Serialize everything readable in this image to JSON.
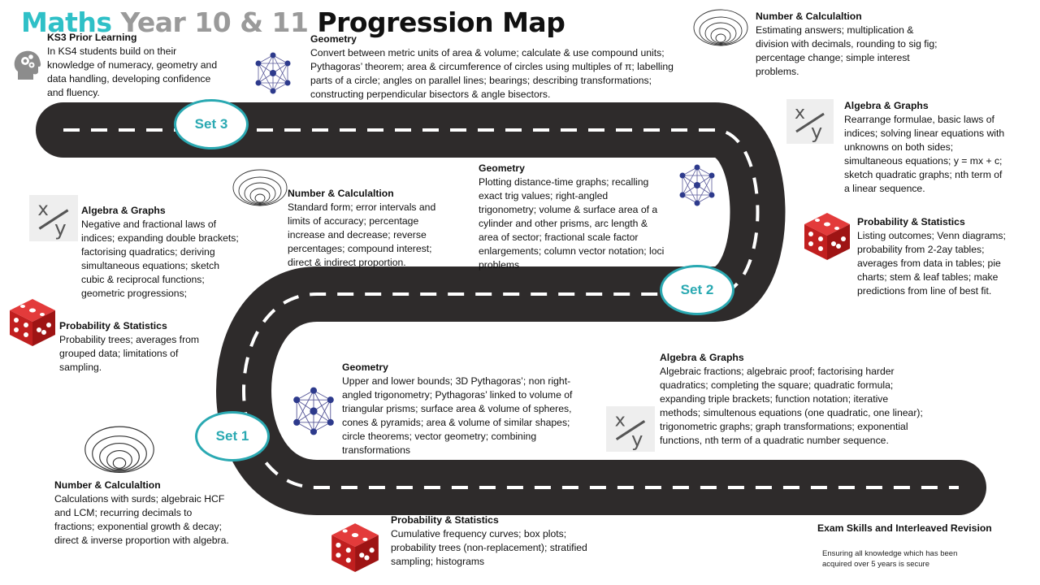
{
  "title": {
    "part1": "Maths",
    "part2": "Year 10 & 11",
    "part3": "Progression Map"
  },
  "colors": {
    "accent": "#2aa9b2",
    "road": "#2e2b2b",
    "title_grey": "#9a9a9a"
  },
  "sets": {
    "set3": "Set 3",
    "set2": "Set 2",
    "set1": "Set 1"
  },
  "ks3": {
    "heading": "KS3 Prior Learning",
    "body": "In KS4 students build on their knowledge of numeracy, geometry and data handling, developing confidence and fluency."
  },
  "set3": {
    "geometry": {
      "heading": "Geometry",
      "body": "Convert between metric units of area & volume; calculate & use compound units; Pythagoras’ theorem; area & circumference of circles using multiples of π; labelling parts of a circle; angles on parallel lines; bearings; describing transformations; constructing perpendicular bisectors & angle bisectors."
    },
    "number": {
      "heading": "Number & Calculaltion",
      "body": "Estimating answers; multiplication & division with decimals, rounding to sig fig; percentage change; simple interest problems."
    },
    "algebra": {
      "heading": "Algebra & Graphs",
      "body": "Rearrange formulae, basic laws of indices; solving linear equations with unknowns on both sides; simultaneous equations; y = mx + c; sketch quadratic graphs; nth term of a linear sequence."
    },
    "probability": {
      "heading": "Probability & Statistics",
      "body": "Listing outcomes; Venn diagrams; probability from 2-2ay tables; averages from data in tables; pie charts; stem & leaf tables; make predictions from line of best fit."
    }
  },
  "set2": {
    "geometry": {
      "heading": "Geometry",
      "body": "Plotting distance-time graphs; recalling exact trig values; right-angled trigonometry; volume & surface area of a cylinder and other prisms, arc length & area of sector; fractional scale factor enlargements; column vector notation; loci problems"
    },
    "number": {
      "heading": "Number & Calculaltion",
      "body": "Standard form; error intervals and limits of accuracy; percentage increase and decrease; reverse percentages; compound interest; direct & indirect proportion."
    },
    "algebra": {
      "heading": "Algebra & Graphs",
      "body": "Negative and fractional laws of indices; expanding double brackets; factorising quadratics; deriving simultaneous equations; sketch cubic & reciprocal functions; geometric progressions;"
    },
    "probability": {
      "heading": "Probability & Statistics",
      "body": "Probability trees; averages from grouped data; limitations of sampling."
    }
  },
  "set1": {
    "geometry": {
      "heading": "Geometry",
      "body": "Upper and lower bounds; 3D Pythagoras’; non right-angled trigonometry; Pythagoras’ linked to volume of triangular prisms; surface area & volume of spheres, cones & pyramids; area & volume of similar shapes; circle theorems; vector geometry; combining transformations"
    },
    "algebra": {
      "heading": "Algebra & Graphs",
      "body": "Algebraic fractions; algebraic proof; factorising harder quadratics; completing the square; quadratic formula; expanding triple brackets; function notation; iterative methods; simultenous equations (one quadratic, one linear); trigonometric graphs; graph transformations; exponential functions, nth term of a quadratic number sequence."
    },
    "number": {
      "heading": "Number & Calculaltion",
      "body": "Calculations with surds; algebraic HCF and LCM; recurring decimals to fractions; exponential growth & decay; direct & inverse proportion with algebra."
    },
    "probability": {
      "heading": "Probability & Statistics",
      "body": "Cumulative frequency curves; box plots; probability trees (non-replacement); stratified sampling; histograms"
    }
  },
  "exam": {
    "heading": "Exam Skills and Interleaved Revision",
    "body": "Ensuring all knowledge which has been acquired over 5 years is secure"
  },
  "icons": {
    "head": "head-gears-icon",
    "geometry": "metatron-cube-icon",
    "number": "number-sets-venn-icon",
    "algebra": "x-over-y-icon",
    "probability": "red-dice-icon"
  }
}
